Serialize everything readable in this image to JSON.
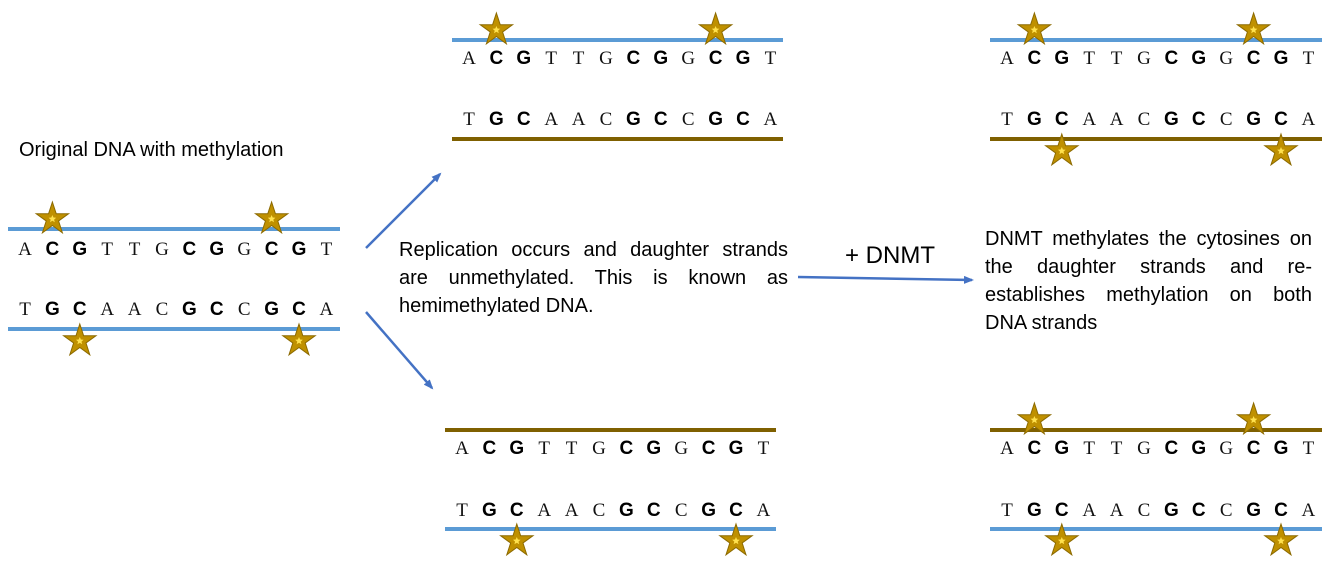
{
  "labels": {
    "original": "Original DNA with methylation",
    "replication": "Replication occurs and daughter strands are unmethylated. This is known as hemimethylated DNA.",
    "dnmt": "+ DNMT",
    "remethylation": "DNMT methylates the cytosines on the daughter strands and re-establishes methylation on both DNA strands"
  },
  "sequences": {
    "top": [
      "A",
      "C",
      "G",
      "T",
      "T",
      "G",
      "C",
      "G",
      "G",
      "C",
      "G",
      "T"
    ],
    "bottom": [
      "T",
      "G",
      "C",
      "A",
      "A",
      "C",
      "G",
      "C",
      "C",
      "G",
      "C",
      "A"
    ],
    "cpg_top_indices": [
      1,
      2,
      6,
      7,
      9,
      10
    ],
    "cpg_bottom_indices": [
      1,
      2,
      6,
      7,
      9,
      10
    ]
  },
  "colors": {
    "parent_strand": "#5b9bd5",
    "daughter_strand": "#7f6000",
    "methyl_star": "#bf9000",
    "methyl_star_edge": "#8c6a00",
    "arrow": "#4472c4"
  },
  "icons": {
    "methyl_mark": "star-icon",
    "arrow": "arrow-icon"
  }
}
